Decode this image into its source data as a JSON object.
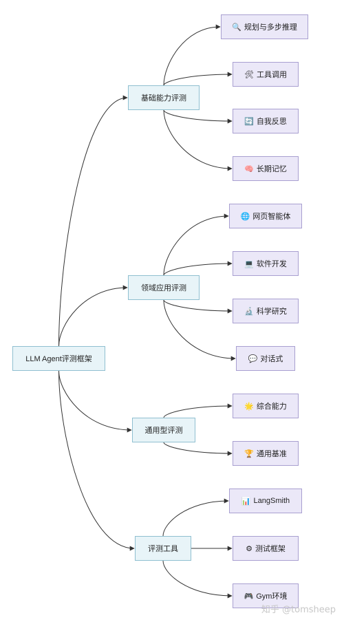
{
  "root": {
    "label": "LLM Agent评测框架"
  },
  "categories": [
    {
      "label": "基础能力评测",
      "children": [
        {
          "icon": "🔍",
          "label": "规划与多步推理",
          "icon_name": "magnifier-icon"
        },
        {
          "icon": "🛠",
          "label": "工具调用",
          "icon_name": "tools-icon"
        },
        {
          "icon": "🔄",
          "label": "自我反思",
          "icon_name": "refresh-icon"
        },
        {
          "icon": "🧠",
          "label": "长期记忆",
          "icon_name": "brain-icon"
        }
      ]
    },
    {
      "label": "领域应用评测",
      "children": [
        {
          "icon": "🌐",
          "label": "网页智能体",
          "icon_name": "globe-icon"
        },
        {
          "icon": "💻",
          "label": "软件开发",
          "icon_name": "laptop-icon"
        },
        {
          "icon": "🔬",
          "label": "科学研究",
          "icon_name": "microscope-icon"
        },
        {
          "icon": "💬",
          "label": "对话式",
          "icon_name": "speech-bubble-icon"
        }
      ]
    },
    {
      "label": "通用型评测",
      "children": [
        {
          "icon": "🌟",
          "label": "综合能力",
          "icon_name": "star-icon"
        },
        {
          "icon": "🏆",
          "label": "通用基准",
          "icon_name": "trophy-icon"
        }
      ]
    },
    {
      "label": "评测工具",
      "children": [
        {
          "icon": "📊",
          "label": "LangSmith",
          "icon_name": "bar-chart-icon"
        },
        {
          "icon": "⚙",
          "label": "测试框架",
          "icon_name": "gear-icon"
        },
        {
          "icon": "🎮",
          "label": "Gym环境",
          "icon_name": "gamepad-icon"
        }
      ]
    }
  ],
  "watermark": "知乎 @tomsheep",
  "colors": {
    "category_fill": "#e8f4f8",
    "category_border": "#8fbfd0",
    "leaf_fill": "#ebe8f8",
    "leaf_border": "#a89fd0",
    "edge": "#333333"
  }
}
